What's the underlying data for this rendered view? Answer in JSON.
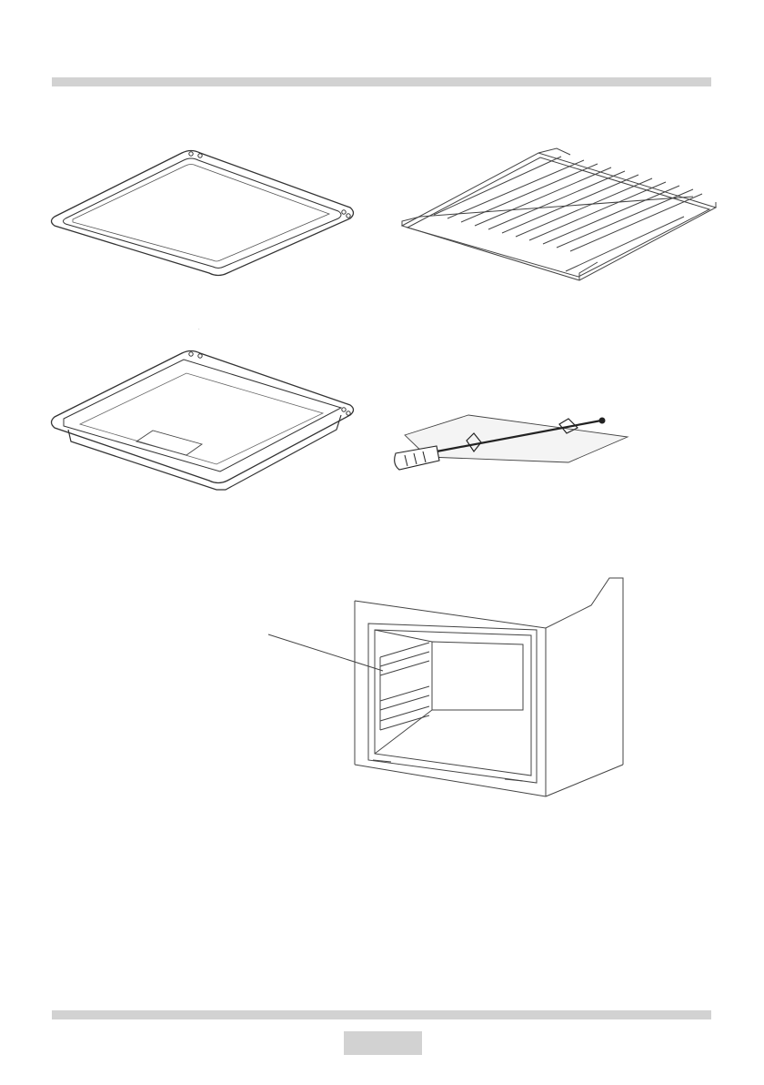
{
  "colors": {
    "bar": "#d2d2d2",
    "line": "#333333",
    "tray_fill": "#ffffff",
    "spit_mat": "#f4f4f4"
  },
  "figures": [
    {
      "name": "flat-baking-tray-illustration"
    },
    {
      "name": "wire-grill-rack-illustration"
    },
    {
      "name": "deep-baking-pan-illustration"
    },
    {
      "name": "rotisserie-spit-illustration"
    },
    {
      "name": "oven-cavity-side-racks-illustration"
    }
  ],
  "page_number": ""
}
